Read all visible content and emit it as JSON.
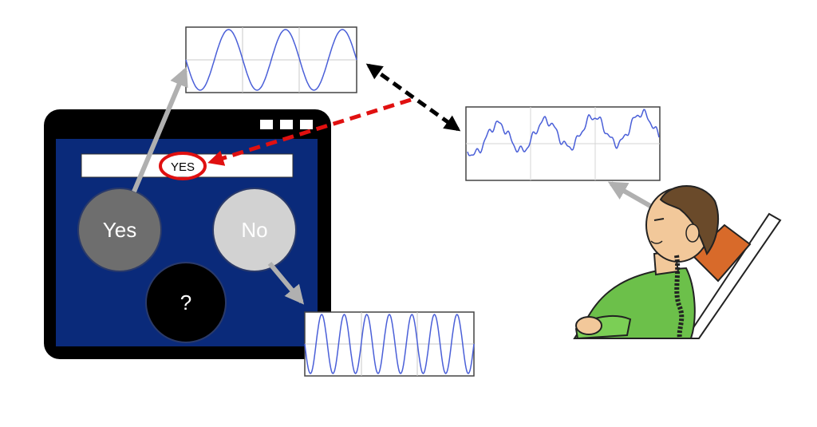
{
  "screen": {
    "output_text": "YES",
    "buttons": {
      "yes": "Yes",
      "no": "No",
      "unknown": "?"
    }
  },
  "colors": {
    "device_frame": "#000000",
    "screen_background": "#0a2a7a",
    "yes_button": "#6e6e6e",
    "no_button": "#d2d2d2",
    "unknown_button": "#000000",
    "wave": "#4a5fd8",
    "gray_arrow": "#b0b0b0",
    "red_arrow": "#e01010",
    "highlight_ring": "#e01010"
  },
  "icons": {
    "person": "person-reclining-icon"
  }
}
